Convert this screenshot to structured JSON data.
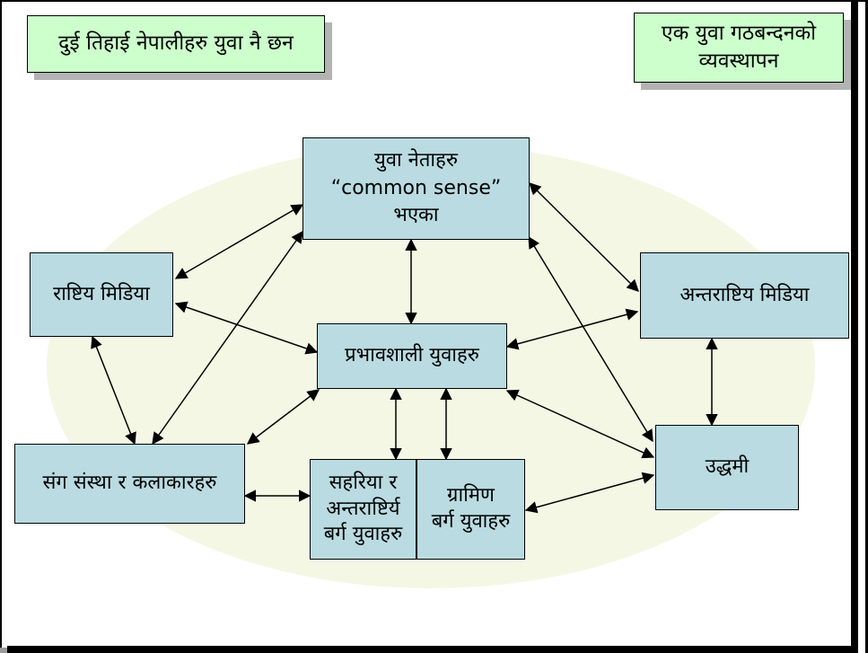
{
  "banners": {
    "left": {
      "text": "दुई तिहाई नेपालीहरु युवा नै छन"
    },
    "right": {
      "text": "एक युवा गठबन्दनको\nव्यवस्थापन"
    }
  },
  "nodes": {
    "young_leaders": {
      "text": "युवा नेताहरु\n“common sense”\nभएका"
    },
    "national_media": {
      "text": "राष्टिय मिडिया"
    },
    "international_media": {
      "text": "अन्तराष्टिय मिडिया"
    },
    "influential_youth": {
      "text": "प्रभावशाली युवाहरु"
    },
    "orgs_artists": {
      "text": "संग संस्था र कलाकारहरु"
    },
    "urban_youth": {
      "text": "सहरिया र\nअन्तराष्टिर्य\nबर्ग युवाहरु"
    },
    "rural_youth": {
      "text": "ग्रामिण\nबर्ग युवाहरु"
    },
    "entrepreneurs": {
      "text": "उद्धमी"
    }
  },
  "colors": {
    "node_fill": "#b9dbe1",
    "banner_fill": "#ccffcc",
    "ellipse_fill": "#f4f7e4",
    "shadow": "#b3b3b3",
    "arrow": "#000000"
  }
}
